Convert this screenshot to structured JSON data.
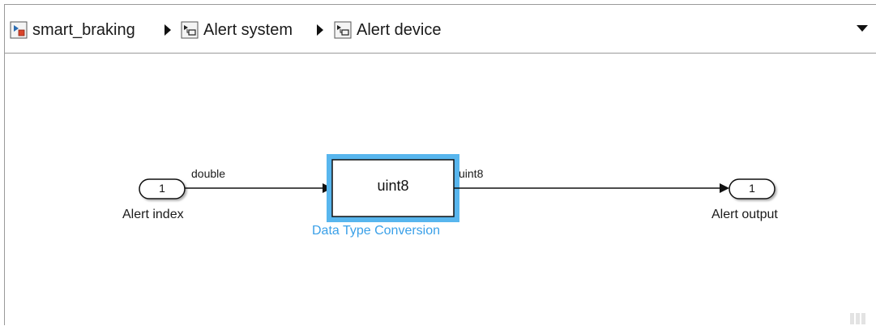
{
  "breadcrumb": {
    "items": [
      {
        "label": "smart_braking",
        "icon": "model-icon"
      },
      {
        "label": "Alert system",
        "icon": "subsystem-icon"
      },
      {
        "label": "Alert device",
        "icon": "subsystem-icon"
      }
    ]
  },
  "diagram": {
    "inport": {
      "number": "1",
      "name": "Alert index"
    },
    "signal_in": {
      "type": "double"
    },
    "conversion_block": {
      "text": "uint8",
      "name": "Data Type Conversion"
    },
    "signal_out": {
      "type": "uint8"
    },
    "outport": {
      "number": "1",
      "name": "Alert output"
    }
  },
  "colors": {
    "selection": "#58b6ee",
    "block_name_selected": "#3aa0e8",
    "model_icon_accent": "#d9452b"
  }
}
